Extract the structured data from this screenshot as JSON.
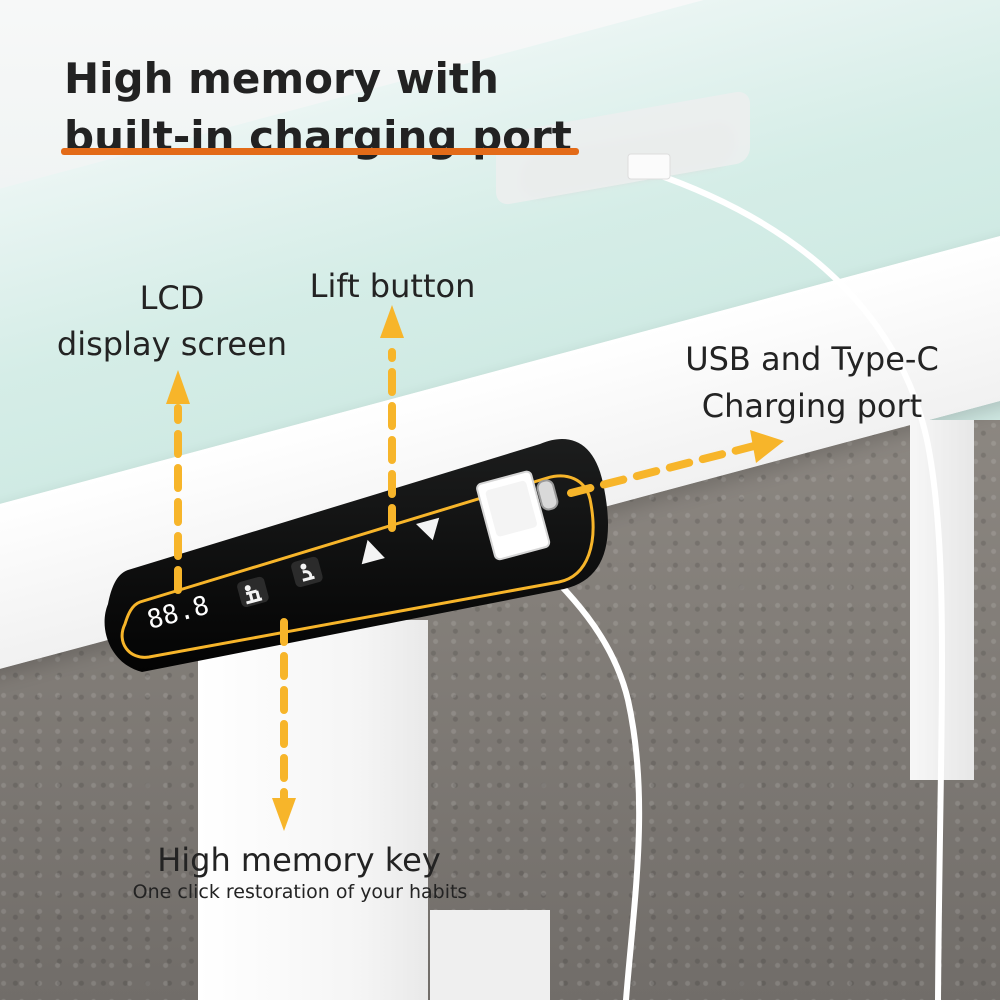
{
  "headline": {
    "line1": "High memory with",
    "line2": "built-in charging port",
    "underline_color": "#e36b18"
  },
  "callouts": {
    "lcd": {
      "line1": "LCD",
      "line2": "display screen"
    },
    "lift": "Lift button",
    "usb": {
      "line1": "USB and Type-C",
      "line2": "Charging port"
    },
    "memory": {
      "title": "High memory key",
      "subtitle": "One click restoration of your habits"
    },
    "arrow_color": "#f7b52a"
  },
  "panel": {
    "display_value": "88.8",
    "icons": [
      "sitting-person-icon",
      "standing-person-icon",
      "up-arrow-icon",
      "down-arrow-icon",
      "usb-a-port-icon",
      "usb-c-port-icon"
    ]
  }
}
